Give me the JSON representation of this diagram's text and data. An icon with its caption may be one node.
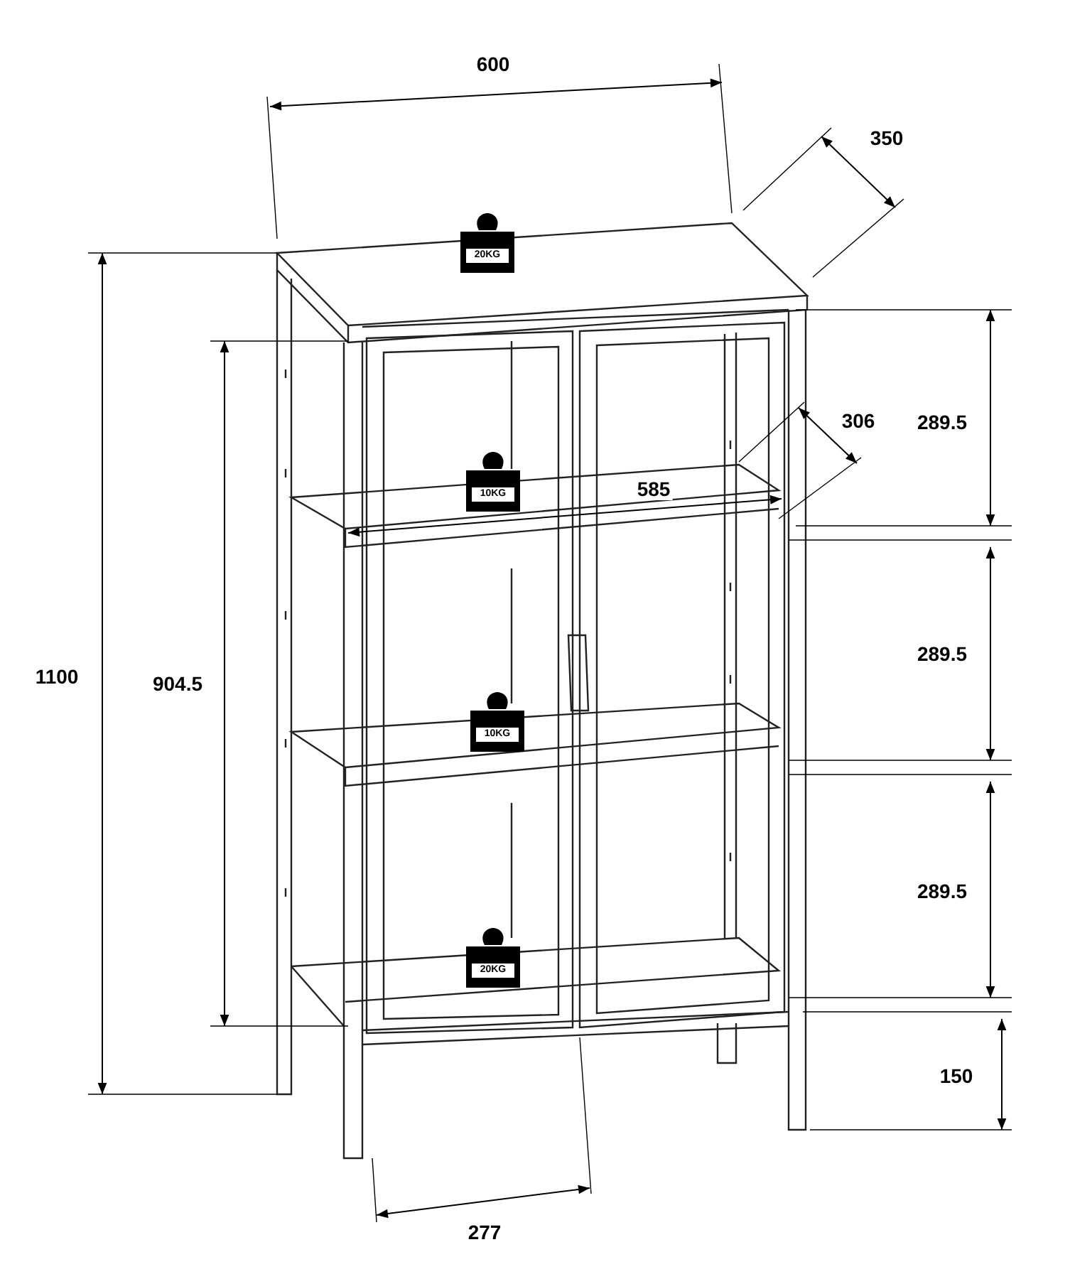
{
  "diagram": {
    "nodes": [
      {
        "text": [
          "20KG"
        ]
      },
      {
        "text": [
          "10KG"
        ]
      },
      {
        "text": [
          "10KG"
        ]
      },
      {
        "text": [
          "20KG"
        ]
      }
    ],
    "edges": [],
    "labels": [
      "600",
      "350",
      "306",
      "289.5",
      "585",
      "1100",
      "289.5",
      "904.5",
      "289.5",
      "150",
      "277"
    ]
  }
}
